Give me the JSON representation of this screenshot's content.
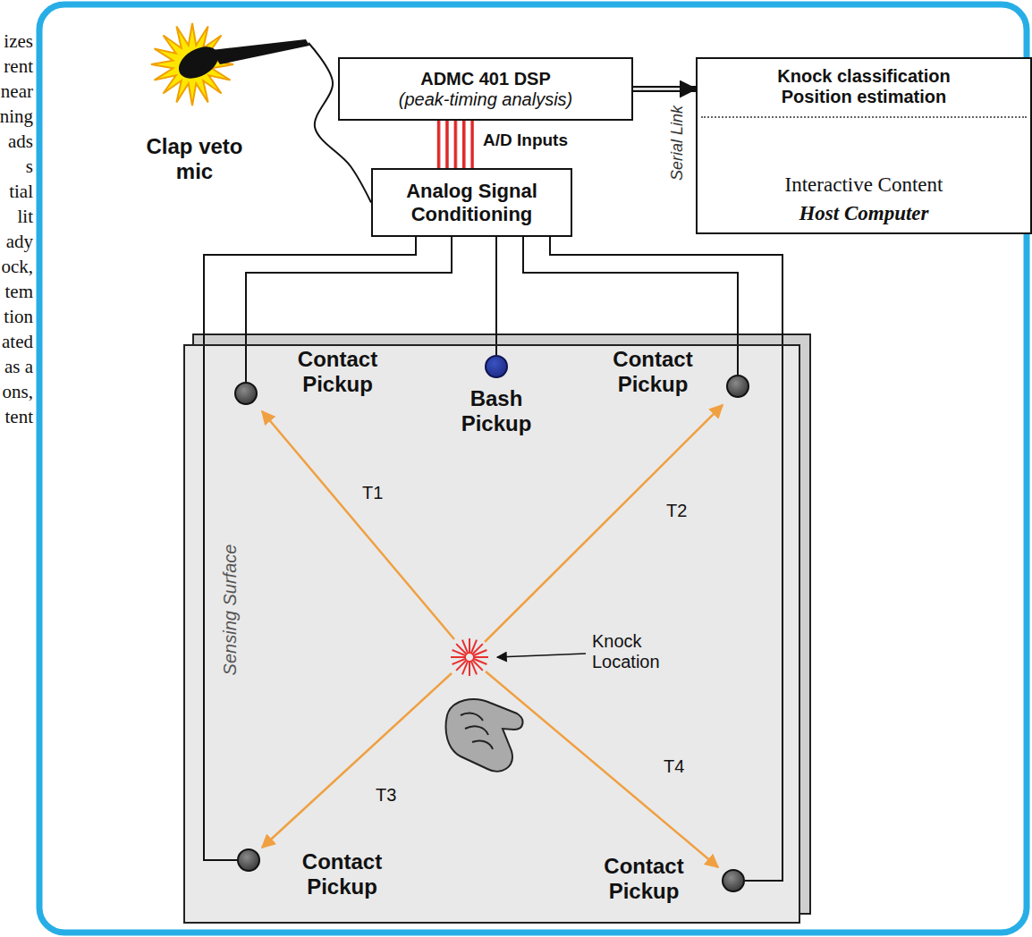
{
  "diagram": {
    "nodes": [
      {
        "text": [
          "ADMC 401 DSP",
          "(peak-timing analysis)"
        ]
      },
      {
        "text": [
          "Knock classification Position estimation",
          "Interactive Content",
          "Host Computer"
        ]
      },
      {
        "text": [
          "Clap veto mic"
        ]
      },
      {
        "text": [
          "Analog Signal Conditioning"
        ]
      },
      {
        "text": [
          "Sensing Surface"
        ]
      },
      {
        "text": [
          "Contact Pickup"
        ],
        "in": 4
      },
      {
        "text": [
          "Bash Pickup"
        ],
        "in": 4
      },
      {
        "text": [
          "Contact Pickup"
        ],
        "in": 4
      },
      {
        "text": [
          "Contact Pickup"
        ],
        "in": 4
      },
      {
        "text": [
          "Contact Pickup"
        ],
        "in": 4
      }
    ],
    "edges": [
      {
        "from": 0,
        "to": 1,
        "arrow": "to"
      },
      {
        "from": 3,
        "to": 0,
        "label": "A/D Inputs",
        "arrow": "none"
      },
      {
        "from": 2,
        "to": 3,
        "arrow": "none"
      },
      {
        "from": 5,
        "to": 3,
        "arrow": "none"
      },
      {
        "from": 6,
        "to": 3,
        "arrow": "none"
      },
      {
        "from": 7,
        "to": 3,
        "arrow": "none"
      },
      {
        "from": 8,
        "to": 3,
        "arrow": "none"
      },
      {
        "from": 9,
        "to": 3,
        "arrow": "none"
      }
    ],
    "labels": [
      "izes",
      "rent",
      "near",
      "ning",
      "ads",
      "s",
      "tial",
      "lit",
      "ady",
      "ock,",
      "tem",
      "tion",
      "ated",
      "as a",
      "ons,",
      "tent",
      "Serial Link",
      "T1",
      "T2",
      "T3",
      "T4",
      "Knock Location"
    ]
  }
}
